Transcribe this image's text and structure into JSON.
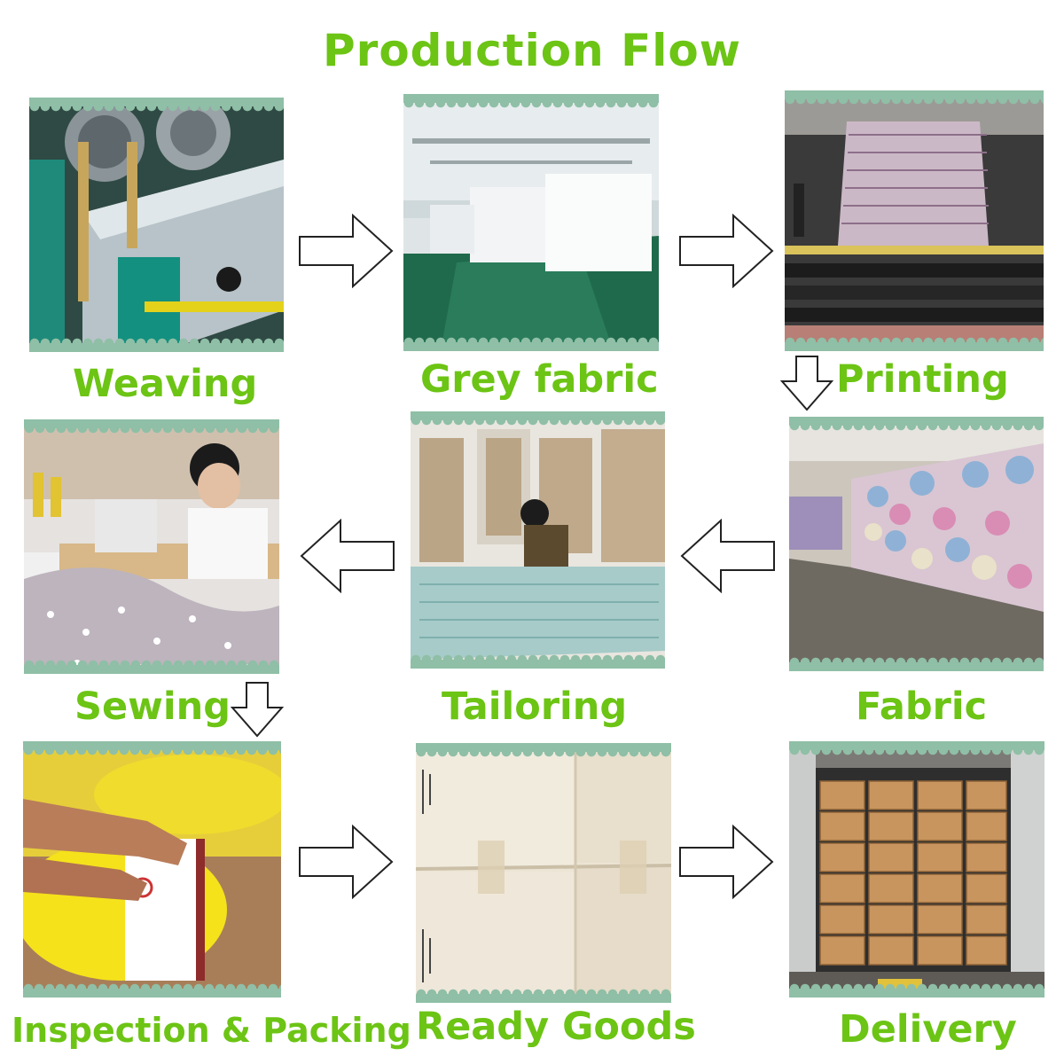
{
  "title": "Production Flow",
  "steps": [
    {
      "id": "weaving",
      "label": "Weaving"
    },
    {
      "id": "grey-fabric",
      "label": "Grey fabric"
    },
    {
      "id": "printing",
      "label": "Printing"
    },
    {
      "id": "sewing",
      "label": "Sewing"
    },
    {
      "id": "tailoring",
      "label": "Tailoring"
    },
    {
      "id": "fabric",
      "label": "Fabric"
    },
    {
      "id": "inspection-packing",
      "label": "Inspection & Packing"
    },
    {
      "id": "ready-goods",
      "label": "Ready Goods"
    },
    {
      "id": "delivery",
      "label": "Delivery"
    }
  ],
  "flow": [
    [
      "Weaving",
      "Grey fabric"
    ],
    [
      "Grey fabric",
      "Printing"
    ],
    [
      "Printing",
      "Fabric"
    ],
    [
      "Fabric",
      "Tailoring"
    ],
    [
      "Tailoring",
      "Sewing"
    ],
    [
      "Sewing",
      "Inspection & Packing"
    ],
    [
      "Inspection & Packing",
      "Ready Goods"
    ],
    [
      "Ready Goods",
      "Delivery"
    ]
  ],
  "colors": {
    "title": "#6cc414",
    "label": "#6cc414",
    "frame": "#8fbfa6",
    "arrow_fill": "#ffffff",
    "arrow_stroke": "#222222"
  },
  "icons": {
    "flow_arrow": "outlined-block-arrow-icon"
  }
}
